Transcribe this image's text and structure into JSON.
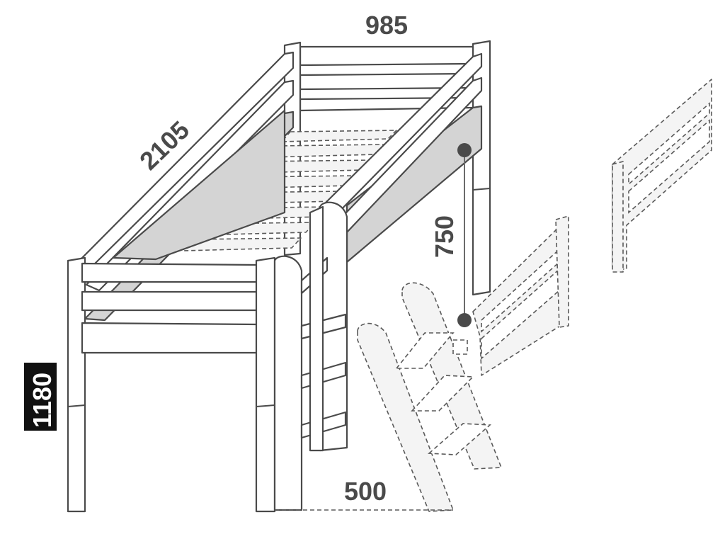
{
  "dimensions": {
    "width": "985",
    "length": "2105",
    "underbed_height": "750",
    "total_height": "1180",
    "ladder_offset": "500"
  },
  "colors": {
    "line": "#4a4a4a",
    "panel_grey": "#d4d4d4",
    "dashed_fill": "#f4f4f4",
    "badge": "#111111"
  }
}
